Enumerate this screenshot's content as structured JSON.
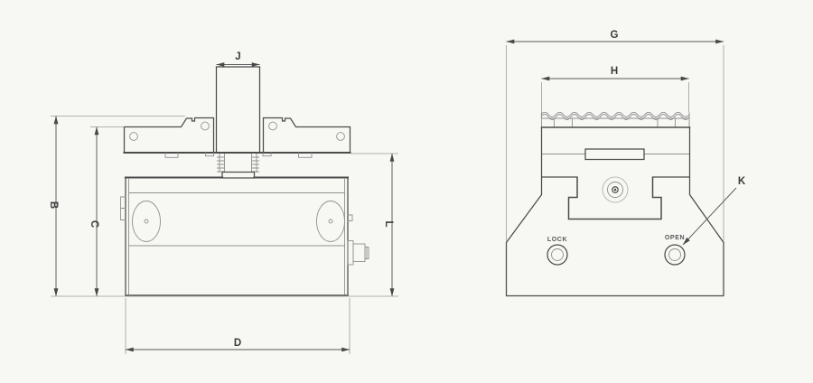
{
  "colors": {
    "background": "#f7f7f4",
    "line": "#4c4c4c",
    "line_light": "#909090",
    "label": "#3b3b3b"
  },
  "side_view": {
    "dim_j": "J",
    "dim_b": "B",
    "dim_c": "C",
    "dim_l": "L",
    "dim_d": "D"
  },
  "front_view": {
    "dim_g": "G",
    "dim_h": "H",
    "dim_k": "K",
    "lock_label": "LOCK",
    "open_label": "OPEN"
  }
}
